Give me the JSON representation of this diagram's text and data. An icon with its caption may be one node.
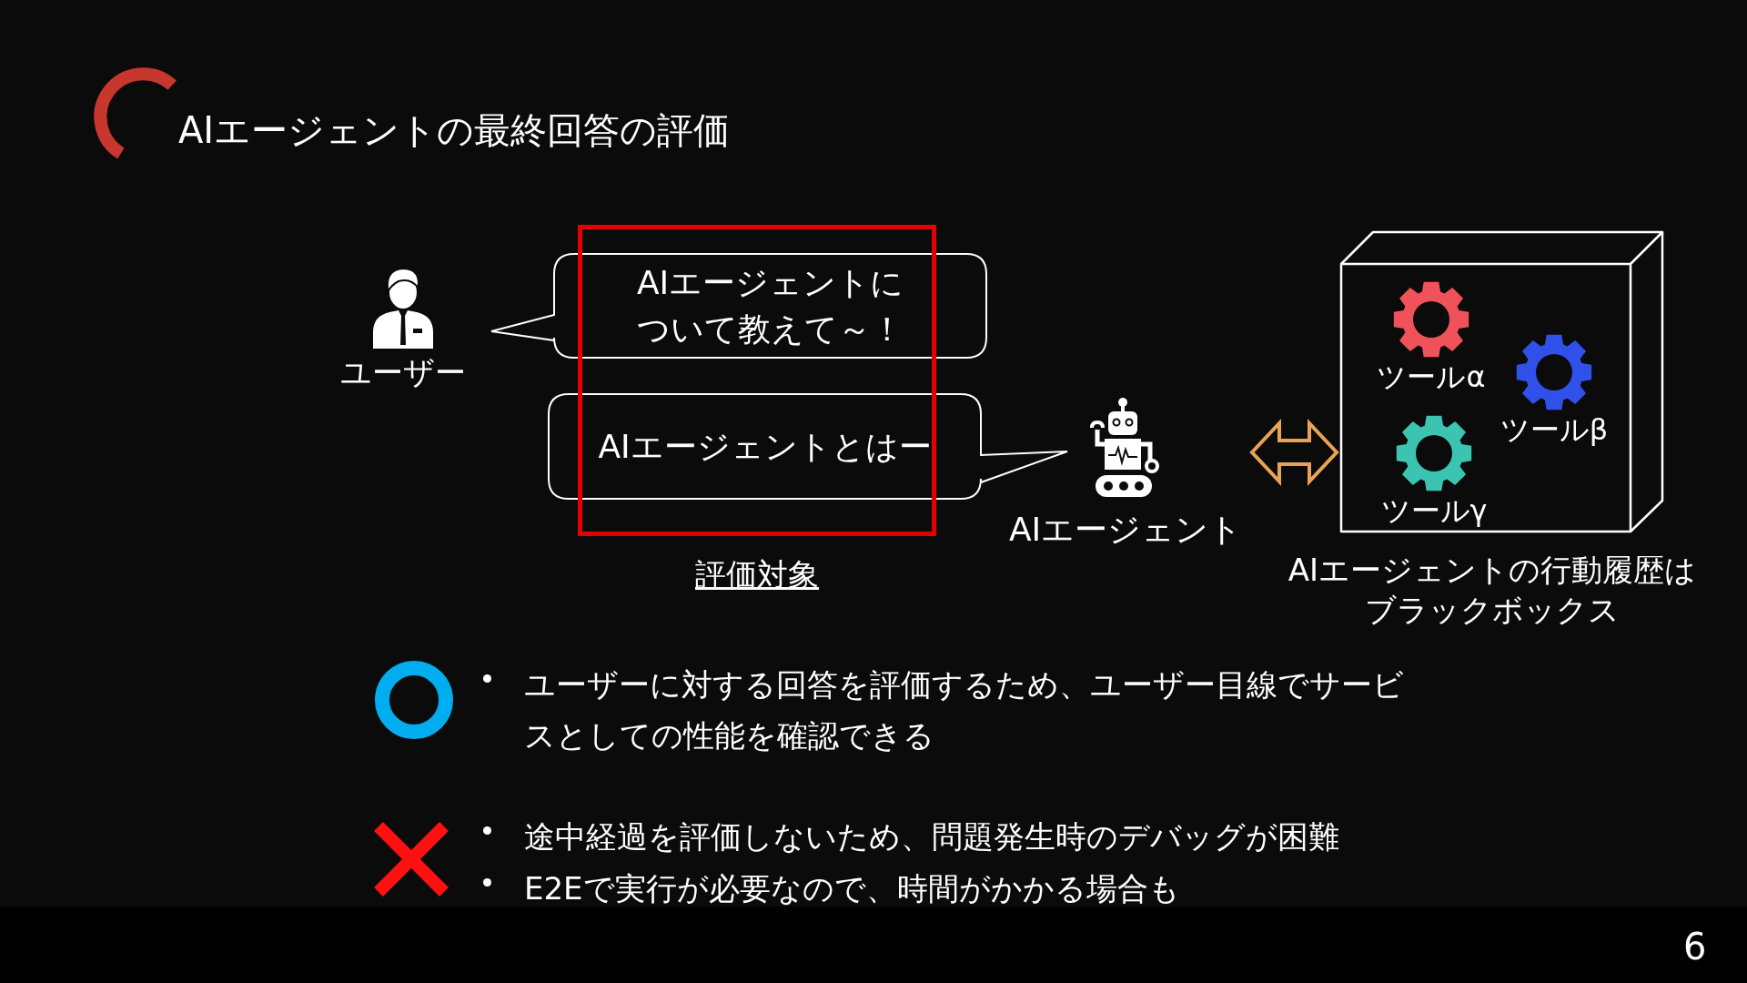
{
  "diagram": {
    "title": "AIエージェントの最終回答の評価",
    "nodes": [
      {
        "text": [
          "ユーザー"
        ]
      },
      {
        "text": [
          "AIエージェントについて教えて～！"
        ]
      },
      {
        "text": [
          "AIエージェントとはー"
        ]
      },
      {
        "text": [
          "評価対象"
        ]
      },
      {
        "text": [
          "AIエージェント"
        ]
      },
      {
        "text": [],
        "shape": "box",
        "beside": [
          "AIエージェントの行動履歴はブラックボックス"
        ]
      },
      {
        "text": [
          "ツールα"
        ],
        "in": 5
      },
      {
        "text": [
          "ツールβ"
        ],
        "in": 5
      },
      {
        "text": [
          "ツールγ"
        ],
        "in": 5
      }
    ],
    "edges": [
      {
        "from": 4,
        "to": 5,
        "arrow": "both",
        "style": "thick",
        "color": "#e8a455"
      }
    ],
    "labels": [
      "ユーザーに対する回答を評価するため、ユーザー目線でサービスとしての性能を確認できる",
      "途中経過を評価しないため、問題発生時のデバッグが困難",
      "E2Eで実行が必要なので、時間がかかる場合も",
      "6"
    ]
  }
}
